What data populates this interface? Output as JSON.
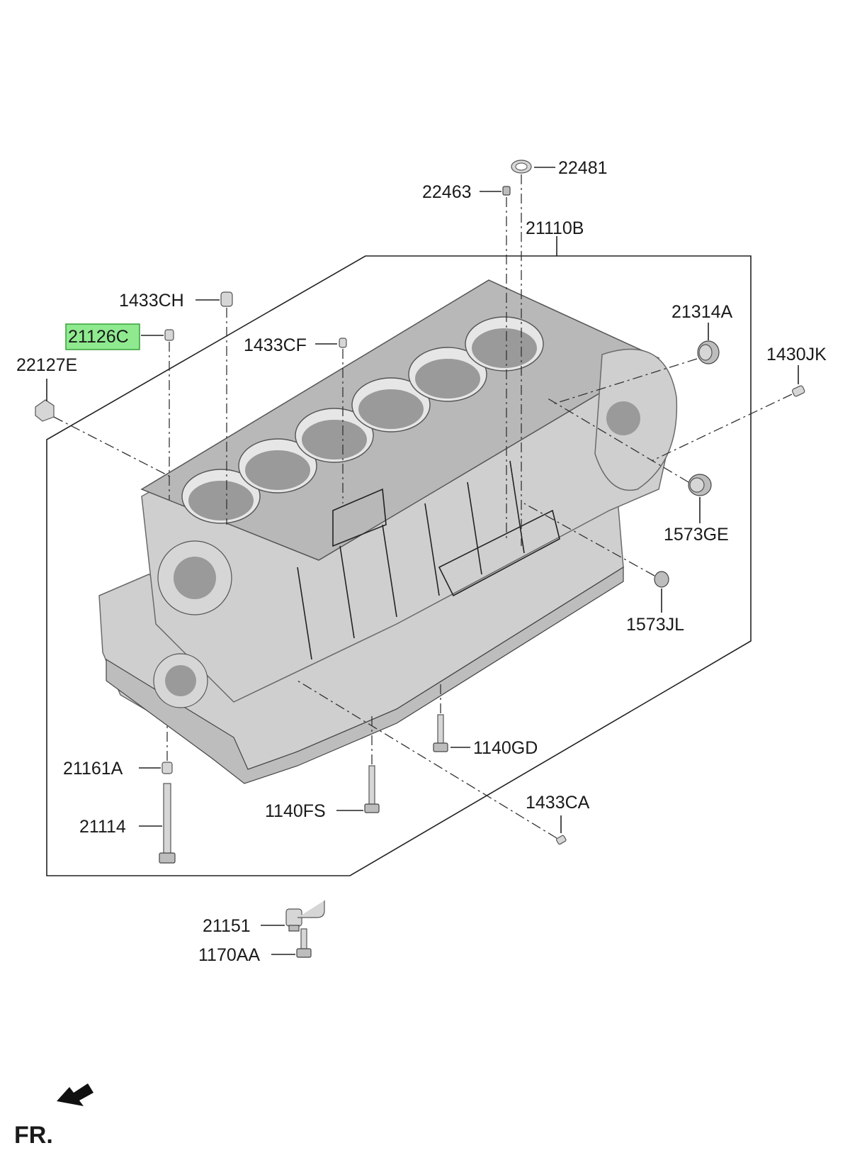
{
  "diagram": {
    "labels": {
      "p22481": "22481",
      "p22463": "22463",
      "p21110B": "21110B",
      "p1433CH": "1433CH",
      "p21126C": "21126C",
      "p1433CF": "1433CF",
      "p22127E": "22127E",
      "p21314A": "21314A",
      "p1430JK": "1430JK",
      "p1573GE": "1573GE",
      "p1573JL": "1573JL",
      "p1140GD": "1140GD",
      "p21161A": "21161A",
      "p1140FS": "1140FS",
      "p21114": "21114",
      "p1433CA": "1433CA",
      "p21151": "21151",
      "p1170AA": "1170AA"
    },
    "highlighted_part": "21126C",
    "highlight_color": "#8fea8f",
    "direction_label": "FR."
  }
}
